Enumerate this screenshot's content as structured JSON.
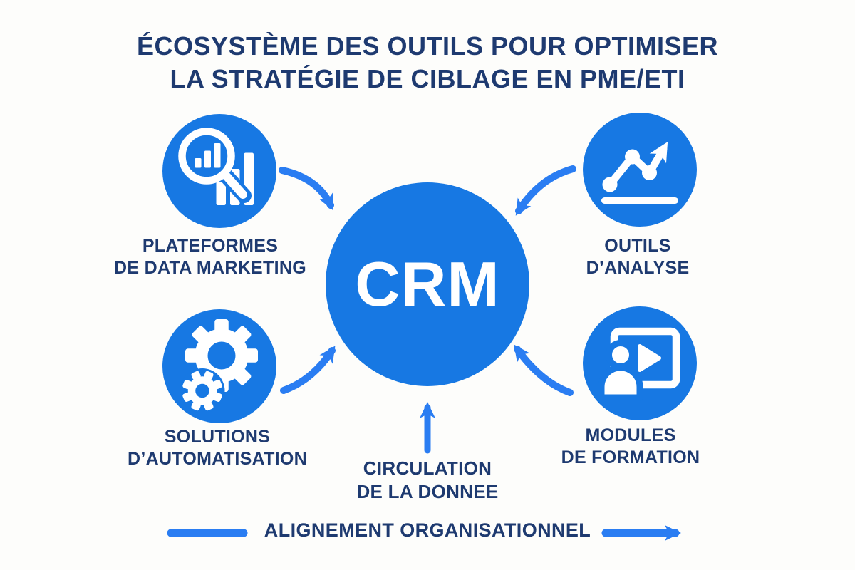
{
  "title": {
    "line1": "ÉCOSYSTÈME DES OUTILS POUR OPTIMISER",
    "line2": "LA STRATÉGIE DE CIBLAGE EN PME/ETI"
  },
  "center": {
    "label": "CRM"
  },
  "nodes": [
    {
      "id": "plateformes-data-marketing",
      "line1": "PLATEFORMES",
      "line2": "DE DATA MARKETING",
      "icon": "magnifier-bar-chart-icon"
    },
    {
      "id": "outils-analyse",
      "line1": "OUTILS",
      "line2": "D’ANALYSE",
      "icon": "trend-line-chart-icon"
    },
    {
      "id": "solutions-automatisation",
      "line1": "SOLUTIONS",
      "line2": "D’AUTOMATISATION",
      "icon": "gears-icon"
    },
    {
      "id": "modules-formation",
      "line1": "MODULES",
      "line2": "DE FORMATION",
      "icon": "training-presentation-icon"
    }
  ],
  "data_flow": {
    "line1": "CIRCULATION",
    "line2": "DE LA DONNEE"
  },
  "footer": {
    "label": "ALIGNEMENT ORGANISATIONNEL"
  },
  "colors": {
    "circle_blue": "#1778E3",
    "arrow_blue": "#2A7DF2",
    "text_navy": "#1E3A70",
    "background": "#FDFDFB",
    "icon_white": "#FFFFFF"
  }
}
